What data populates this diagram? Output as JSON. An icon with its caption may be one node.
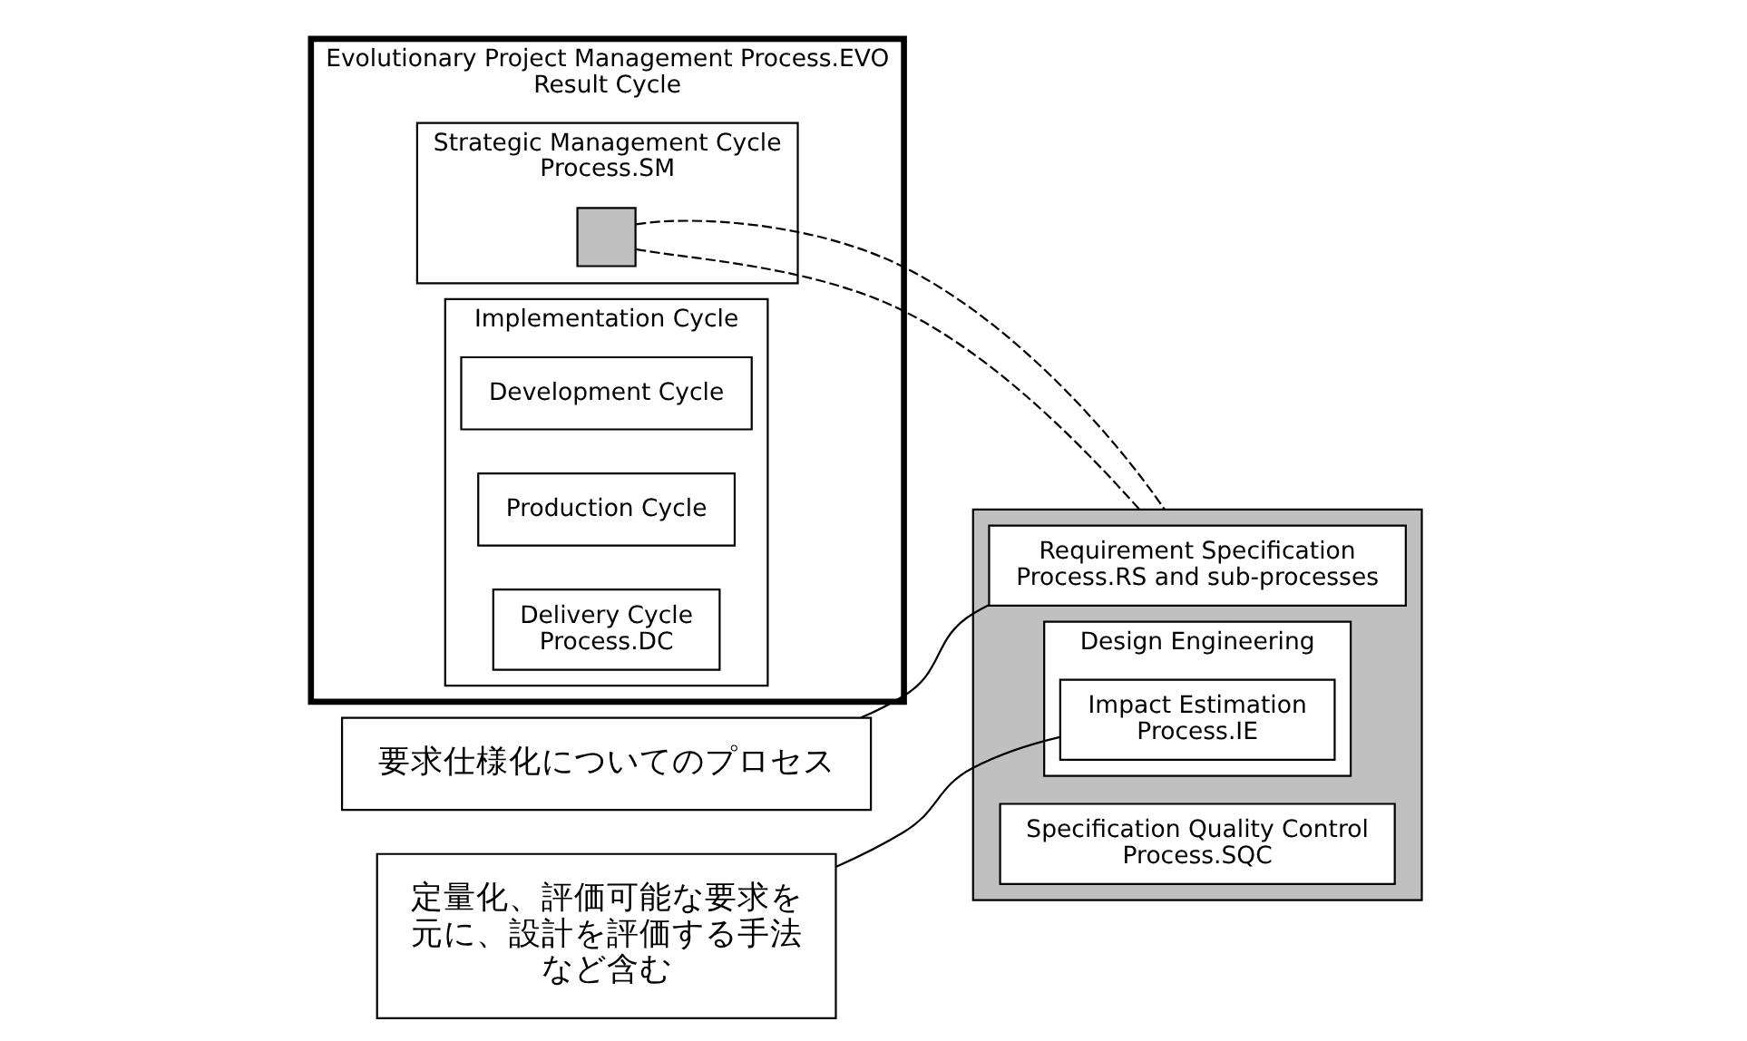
{
  "diagram": {
    "nodes": [
      {
        "text": [
          "Evolutionary Project Management Process.EVO",
          "Result Cycle"
        ]
      },
      {
        "text": [
          "Strategic Management Cycle",
          "Process.SM"
        ],
        "in": 0
      },
      {
        "text": [],
        "shape": "box",
        "in": 1
      },
      {
        "text": [
          "Implementation Cycle"
        ],
        "in": 0
      },
      {
        "text": [
          "Development Cycle"
        ],
        "in": 3
      },
      {
        "text": [
          "Production Cycle"
        ],
        "in": 3
      },
      {
        "text": [
          "Delivery Cycle",
          "Process.DC"
        ],
        "in": 3
      },
      {
        "text": [],
        "shape": "box"
      },
      {
        "text": [
          "Requirement Specification",
          "Process.RS and sub-processes"
        ],
        "in": 7
      },
      {
        "text": [
          "Design Engineering"
        ],
        "in": 7
      },
      {
        "text": [
          "Impact Estimation",
          "Process.IE"
        ],
        "in": 9
      },
      {
        "text": [
          "Specification Quality Control",
          "Process.SQC"
        ],
        "in": 7
      },
      {
        "text": [
          "要求仕様化についてのプロセス"
        ]
      },
      {
        "text": [
          "定量化、評価可能な要求を元に、設計を評価する手法など含む"
        ]
      }
    ],
    "edges": [
      {
        "from": 2,
        "to": 7,
        "arrow": "none",
        "style": "dashed"
      },
      {
        "from": 2,
        "to": 7,
        "arrow": "none",
        "style": "dashed"
      },
      {
        "from": 12,
        "to": 8,
        "arrow": "none"
      },
      {
        "from": 13,
        "to": 10,
        "arrow": "none"
      }
    ]
  }
}
